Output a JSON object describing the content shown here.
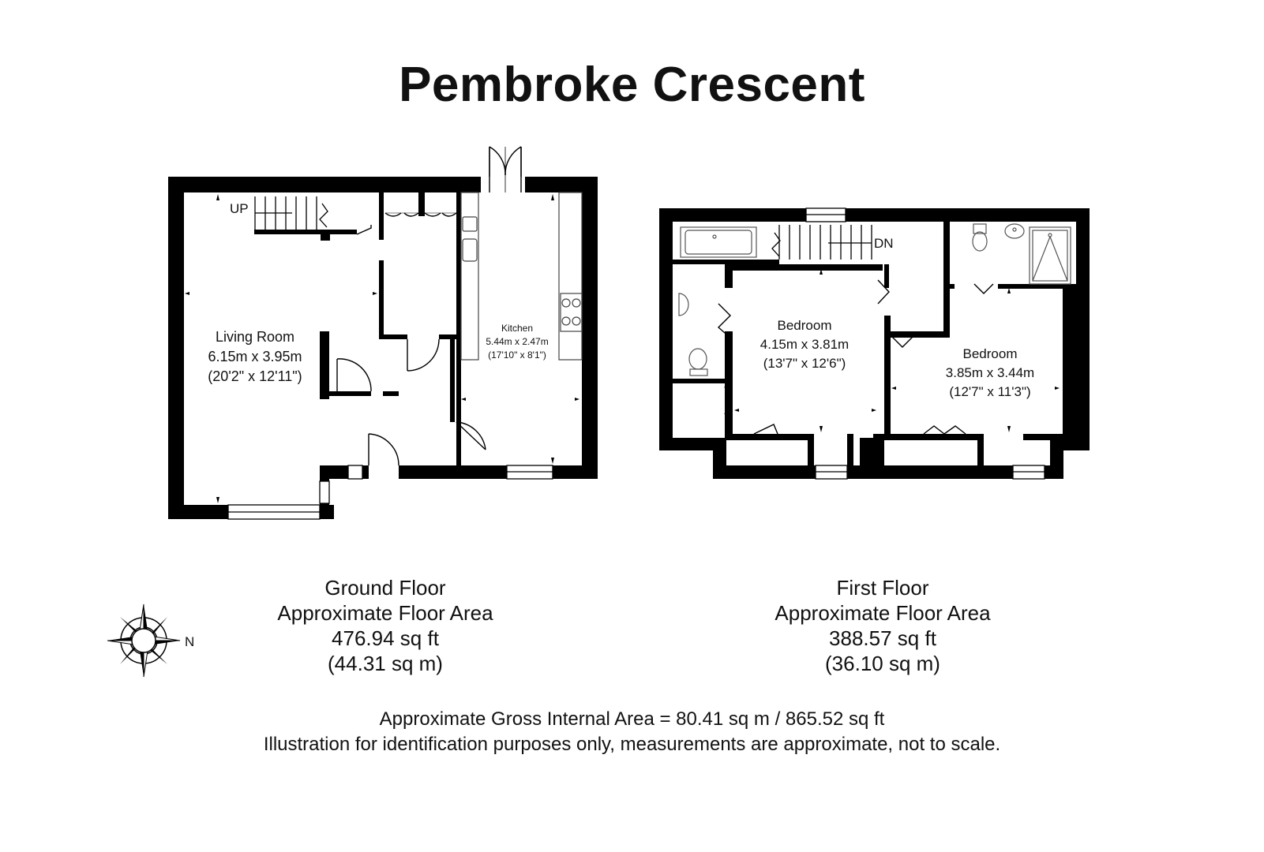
{
  "title": "Pembroke Crescent",
  "ground_floor": {
    "stair_label": "UP",
    "rooms": [
      {
        "name": "Living Room",
        "metric": "6.15m x 3.95m",
        "imperial": "(20'2\" x 12'11\")"
      },
      {
        "name": "Kitchen",
        "metric": "5.44m x 2.47m",
        "imperial": "(17'10\" x 8'1\")"
      }
    ],
    "caption": {
      "name": "Ground Floor",
      "label": "Approximate Floor Area",
      "sq_ft": "476.94 sq ft",
      "sq_m": "(44.31 sq m)"
    }
  },
  "first_floor": {
    "stair_label": "DN",
    "rooms": [
      {
        "name": "Bedroom",
        "metric": "4.15m x 3.81m",
        "imperial": "(13'7\" x 12'6\")"
      },
      {
        "name": "Bedroom",
        "metric": "3.85m x 3.44m",
        "imperial": "(12'7\" x 11'3\")"
      }
    ],
    "caption": {
      "name": "First Floor",
      "label": "Approximate Floor Area",
      "sq_ft": "388.57 sq ft",
      "sq_m": "(36.10 sq m)"
    }
  },
  "compass": {
    "north_label": "N",
    "icon": "compass-rose-icon"
  },
  "footer": {
    "gross_area": "Approximate Gross Internal Area = 80.41 sq m / 865.52 sq ft",
    "disclaimer": "Illustration for identification purposes only, measurements are approximate, not to scale."
  },
  "colors": {
    "wall": "#000000",
    "background": "#ffffff",
    "fixture": "#555555"
  }
}
